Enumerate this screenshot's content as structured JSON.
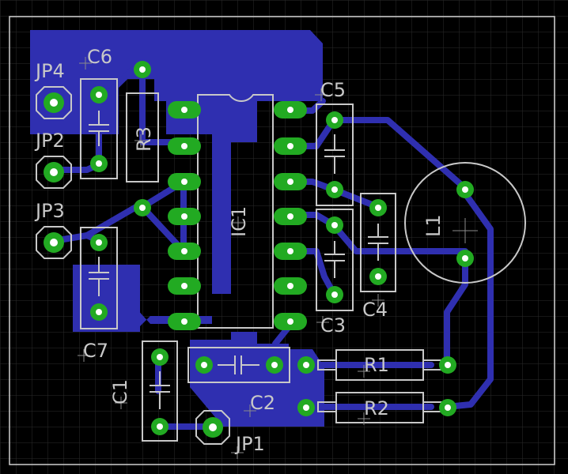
{
  "colors": {
    "background": "#000000",
    "grid": "#2b2b2b",
    "copper": "#2f2fb0",
    "pad": "#22aa22",
    "drill": "#ffffff",
    "silk": "#c8c8c8",
    "outline": "#cfcfcf"
  },
  "labels": {
    "jp4": "JP4",
    "jp2": "JP2",
    "jp3": "JP3",
    "jp1": "JP1",
    "c6": "C6",
    "c5": "C5",
    "c4": "C4",
    "c3": "C3",
    "c7": "C7",
    "c1": "C1",
    "c2": "C2",
    "r1": "R1",
    "r2": "R2",
    "r3": "R3",
    "ic1": "IC1",
    "l1": "L1"
  }
}
